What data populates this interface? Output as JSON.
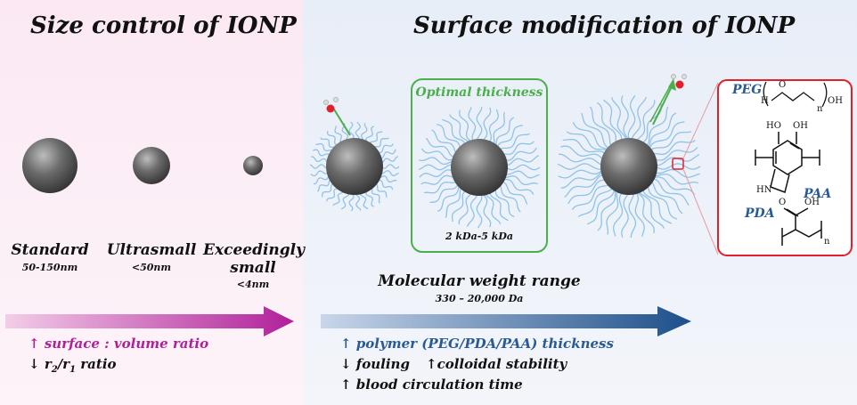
{
  "left_title": "Size control of IONP",
  "right_title": "Surface modification of IONP",
  "sizes": [
    {
      "name": "Standard",
      "range": "50-150nm"
    },
    {
      "name": "Ultrasmall",
      "range": "<50nm"
    },
    {
      "name_line1": "Exceedingly",
      "name_line2": "small",
      "range": "<4nm"
    }
  ],
  "optimal_label": "Optimal thickness",
  "optimal_range": "2 kDa-5 kDa",
  "mw_title": "Molecular weight range",
  "mw_range": "330 – 20,000 Da",
  "left_effects": {
    "line1_arrow": "↑",
    "line1_text": "surface : volume ratio",
    "line2_arrow": "↓",
    "line2_r2": "r",
    "line2_sub2": "2",
    "line2_slash": "/r",
    "line2_sub1": "1",
    "line2_text": " ratio"
  },
  "right_effects": {
    "line1": "↑ polymer (PEG/PDA/PAA) thickness",
    "line2a": "↓ fouling",
    "line2b": "↑colloidal stability",
    "line3": "↑ blood circulation time"
  },
  "polymers": {
    "peg": "PEG",
    "pda": "PDA",
    "paa": "PAA",
    "h": "H",
    "o": "O",
    "oh": "OH",
    "n": "n",
    "ho": "HO",
    "hn": "HN"
  },
  "colors": {
    "pink_arrow": "#b0209a",
    "blue_arrow": "#1d4f8a",
    "green_box": "#4cae4c",
    "red_box": "#e0202a",
    "chains": "#8fc3e6"
  }
}
